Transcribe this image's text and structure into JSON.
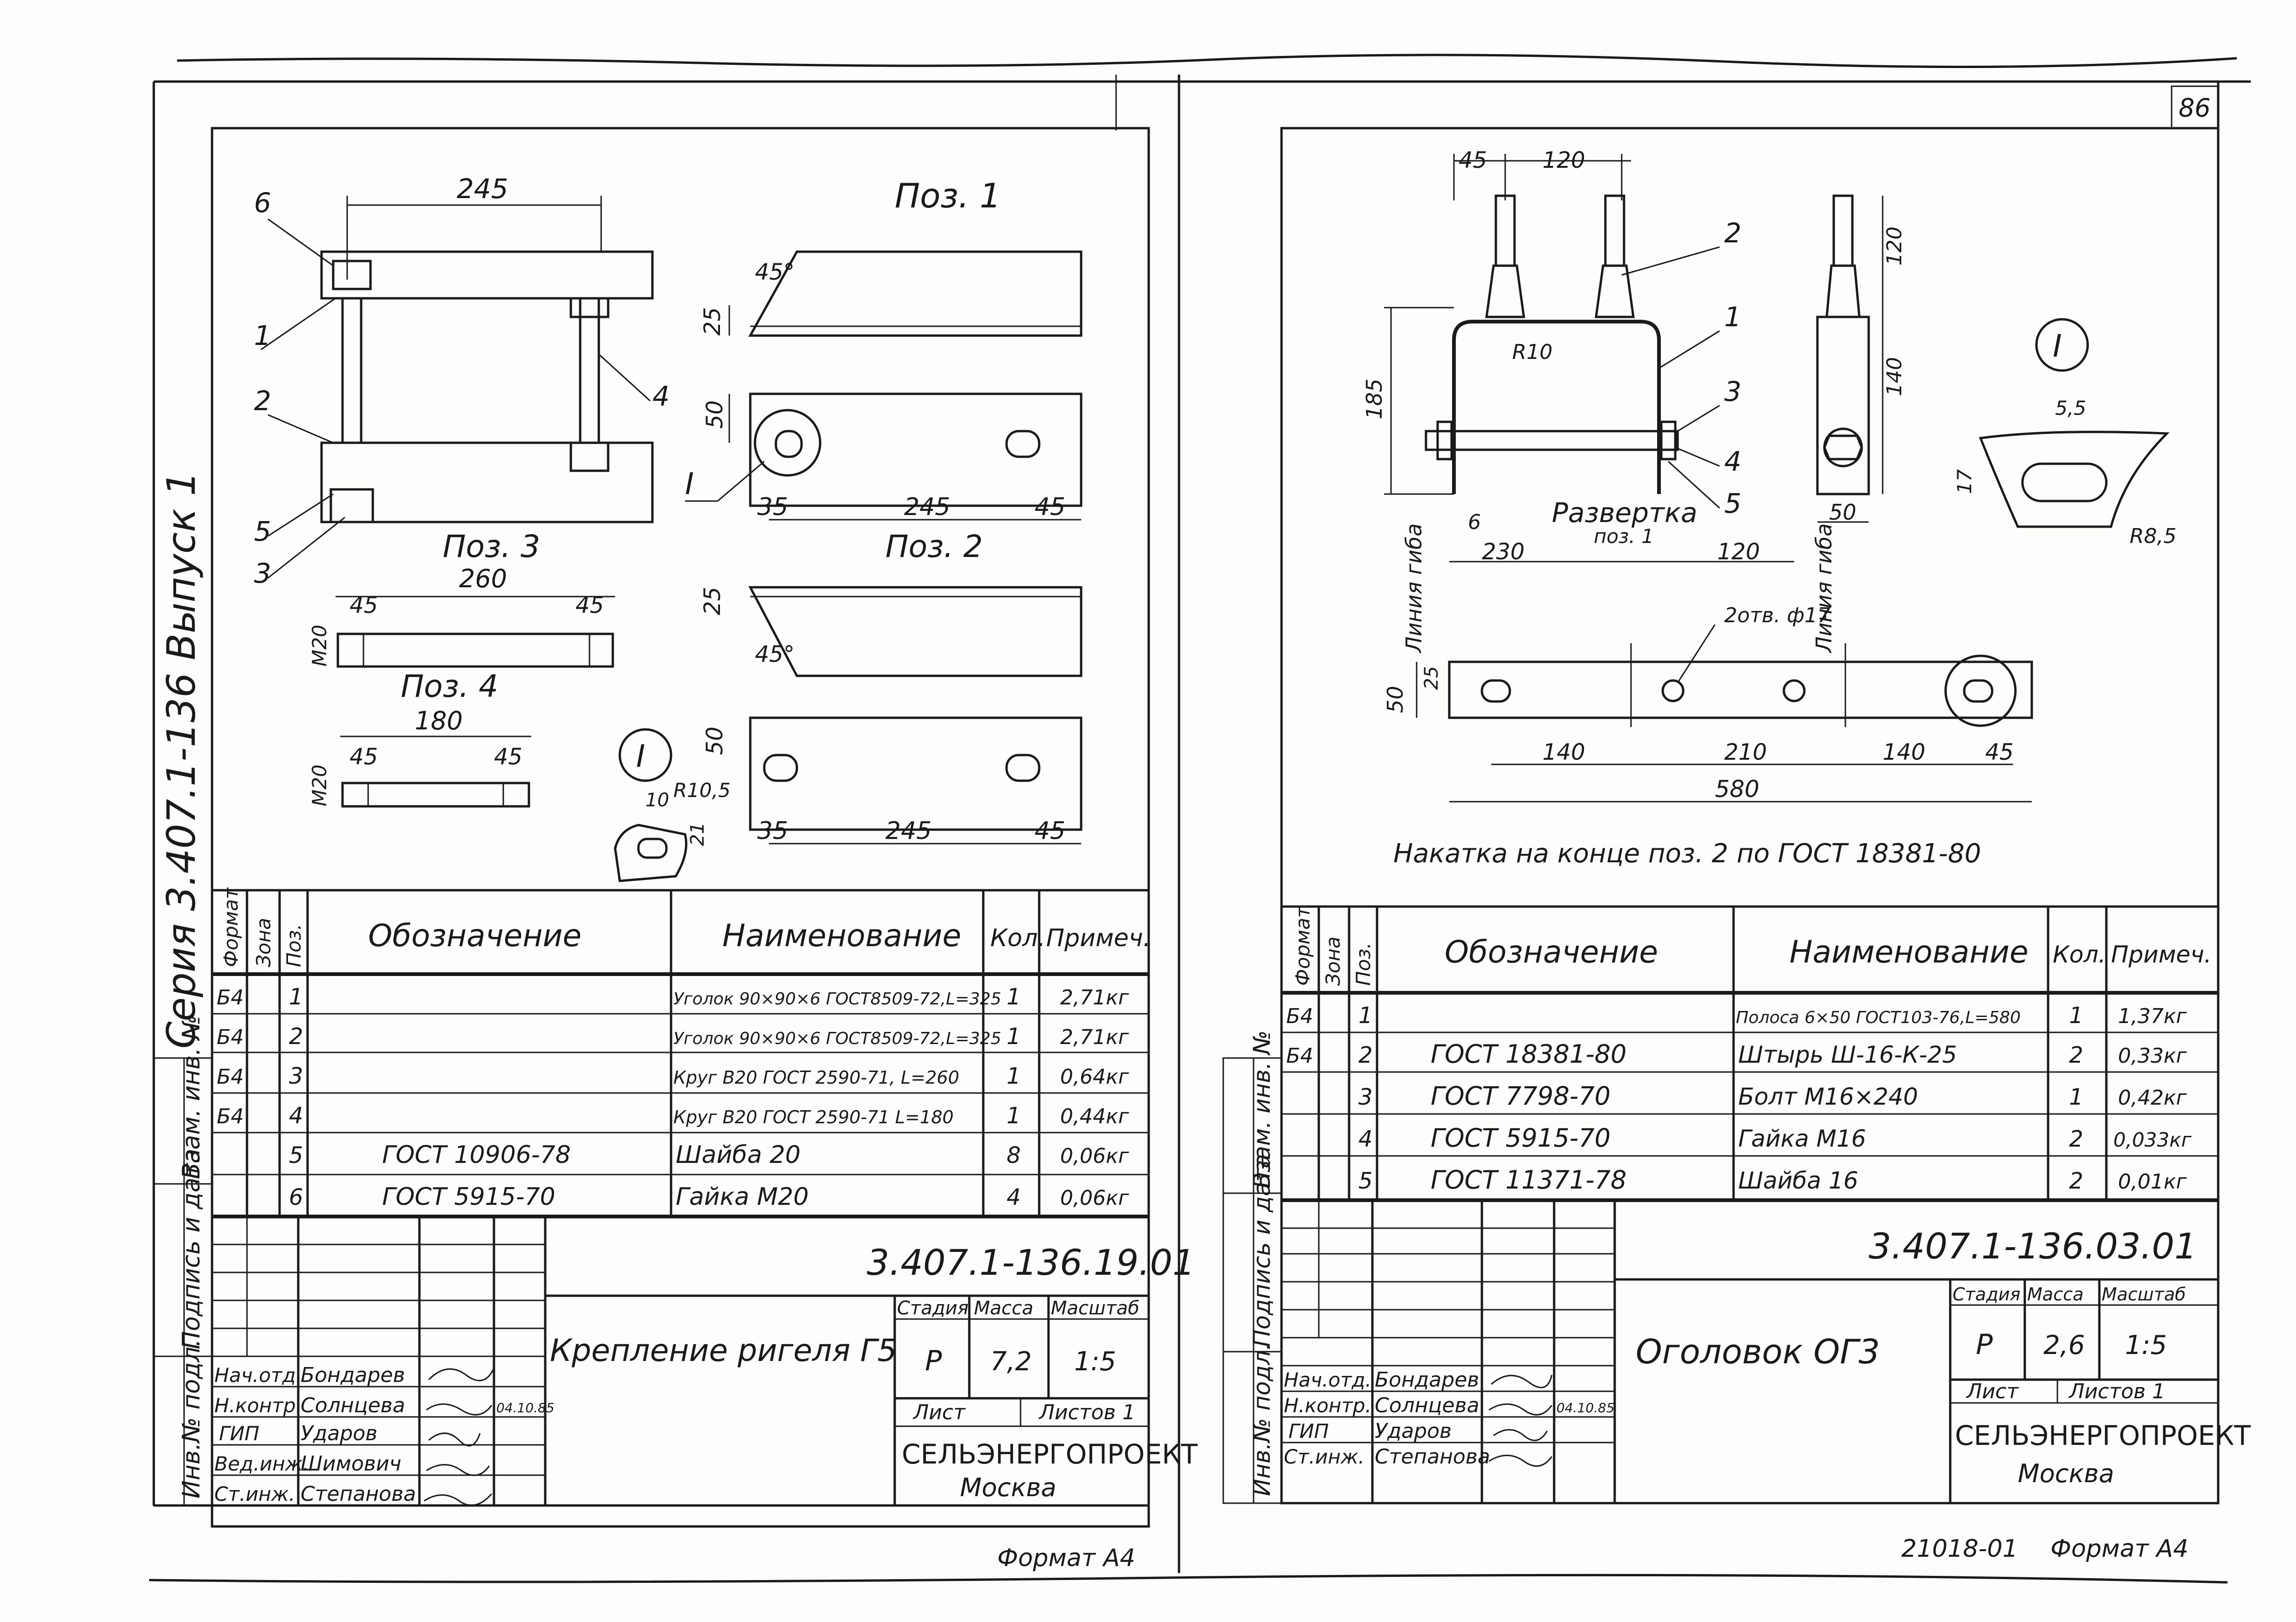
{
  "sheet_number": "86",
  "series_label": "Серия 3.407.1-136 Выпуск 1",
  "side_stamp_left": [
    "Инв.№ подл.",
    "Подпись и дата",
    "Взам. инв. №"
  ],
  "side_stamp_right": [
    "Инв.№ подл.",
    "Подпись и дата",
    "Взам. инв. №"
  ],
  "left_sheet": {
    "views": {
      "poz1_title": "Поз. 1",
      "poz2_title": "Поз. 2",
      "poz3_title": "Поз. 3",
      "poz4_title": "Поз. 4",
      "detail_mark": "I",
      "callouts": [
        "6",
        "1",
        "2",
        "5",
        "3",
        "4",
        "I"
      ],
      "dims": {
        "top_245": "245",
        "ang45a": "45°",
        "ang45b": "45°",
        "d25a": "25",
        "d25b": "25",
        "d50a": "50",
        "d50b": "50",
        "d35a": "35",
        "d245a": "245",
        "d45a": "45",
        "d35b": "35",
        "d245b": "245",
        "d45b": "45",
        "d260": "260",
        "d45c": "45",
        "d45d": "45",
        "d180": "180",
        "d45e": "45",
        "d45f": "45",
        "m20a": "М20",
        "m20b": "М20",
        "r105": "R10,5",
        "d10": "10",
        "d21": "21"
      }
    },
    "spec": {
      "headers": [
        "Формат",
        "Зона",
        "Поз.",
        "Обозначение",
        "Наименование",
        "Кол.",
        "Примеч."
      ],
      "rows": [
        {
          "fmt": "Б4",
          "zone": "",
          "pos": "1",
          "des": "",
          "name": "Уголок 90×90×6 ГОСТ8509-72,L=325",
          "qty": "1",
          "note": "2,71кг"
        },
        {
          "fmt": "Б4",
          "zone": "",
          "pos": "2",
          "des": "",
          "name": "Уголок 90×90×6 ГОСТ8509-72,L=325",
          "qty": "1",
          "note": "2,71кг"
        },
        {
          "fmt": "Б4",
          "zone": "",
          "pos": "3",
          "des": "",
          "name": "Круг В20 ГОСТ 2590-71, L=260",
          "qty": "1",
          "note": "0,64кг"
        },
        {
          "fmt": "Б4",
          "zone": "",
          "pos": "4",
          "des": "",
          "name": "Круг В20 ГОСТ 2590-71 L=180",
          "qty": "1",
          "note": "0,44кг"
        },
        {
          "fmt": "",
          "zone": "",
          "pos": "5",
          "des": "ГОСТ 10906-78",
          "name": "Шайба 20",
          "qty": "8",
          "note": "0,06кг"
        },
        {
          "fmt": "",
          "zone": "",
          "pos": "6",
          "des": "ГОСТ 5915-70",
          "name": "Гайка М20",
          "qty": "4",
          "note": "0,06кг"
        }
      ]
    },
    "title_block": {
      "doc_code": "3.407.1-136.19.01",
      "title": "Крепление ригеля Г5",
      "stage_label": "Стадия",
      "mass_label": "Масса",
      "scale_label": "Масштаб",
      "stage": "Р",
      "mass": "7,2",
      "scale": "1:5",
      "sheet_label": "Лист",
      "sheets_label": "Листов 1",
      "org": "СЕЛЬЭНЕРГОПРОЕКТ",
      "city": "Москва",
      "date": "04.10.85",
      "staff": [
        {
          "role": "Нач.отд.",
          "name": "Бондарев"
        },
        {
          "role": "Н.контр.",
          "name": "Солнцева"
        },
        {
          "role": "ГИП",
          "name": "Ударов"
        },
        {
          "role": "Вед.инж.",
          "name": "Шимович"
        },
        {
          "role": "Ст.инж.",
          "name": "Степанова"
        }
      ]
    },
    "format": "Формат А4"
  },
  "right_sheet": {
    "views": {
      "razvertka": "Развертка",
      "razvertka_sub": "поз. 1",
      "detail_mark": "I",
      "callouts": [
        "2",
        "1",
        "3",
        "4",
        "5"
      ],
      "line_bend_a": "Линия гиба",
      "line_bend_b": "Линия гиба",
      "holes_note": "2отв. ф17",
      "note": "Накатка на конце поз. 2 по ГОСТ 18381-80",
      "dims": {
        "d45": "45",
        "d120a": "120",
        "r10": "R10",
        "d185": "185",
        "d6": "6",
        "d120b": "120",
        "d140a": "140",
        "d50a": "50",
        "d55": "5,5",
        "d17": "17",
        "r85": "R8,5",
        "d230": "230",
        "d120c": "120",
        "d50b": "50",
        "d25": "25",
        "d140b": "140",
        "d210": "210",
        "d140c": "140",
        "d45b": "45",
        "d580": "580"
      }
    },
    "spec": {
      "headers": [
        "Формат",
        "Зона",
        "Поз.",
        "Обозначение",
        "Наименование",
        "Кол.",
        "Примеч."
      ],
      "rows": [
        {
          "fmt": "Б4",
          "zone": "",
          "pos": "1",
          "des": "",
          "name": "Полоса 6×50 ГОСТ103-76,L=580",
          "qty": "1",
          "note": "1,37кг"
        },
        {
          "fmt": "Б4",
          "zone": "",
          "pos": "2",
          "des": "ГОСТ 18381-80",
          "name": "Штырь Ш-16-К-25",
          "qty": "2",
          "note": "0,33кг"
        },
        {
          "fmt": "",
          "zone": "",
          "pos": "3",
          "des": "ГОСТ 7798-70",
          "name": "Болт М16×240",
          "qty": "1",
          "note": "0,42кг"
        },
        {
          "fmt": "",
          "zone": "",
          "pos": "4",
          "des": "ГОСТ 5915-70",
          "name": "Гайка М16",
          "qty": "2",
          "note": "0,033кг"
        },
        {
          "fmt": "",
          "zone": "",
          "pos": "5",
          "des": "ГОСТ 11371-78",
          "name": "Шайба 16",
          "qty": "2",
          "note": "0,01кг"
        }
      ]
    },
    "title_block": {
      "doc_code": "3.407.1-136.03.01",
      "title": "Оголовок ОГ3",
      "stage_label": "Стадия",
      "mass_label": "Масса",
      "scale_label": "Масштаб",
      "stage": "Р",
      "mass": "2,6",
      "scale": "1:5",
      "sheet_label": "Лист",
      "sheets_label": "Листов 1",
      "org": "СЕЛЬЭНЕРГОПРОЕКТ",
      "city": "Москва",
      "date": "04.10.85",
      "staff": [
        {
          "role": "Нач.отд.",
          "name": "Бондарев"
        },
        {
          "role": "Н.контр.",
          "name": "Солнцева"
        },
        {
          "role": "ГИП",
          "name": "Ударов"
        },
        {
          "role": "Ст.инж.",
          "name": "Степанова"
        }
      ]
    },
    "order_number": "21018-01",
    "format": "Формат А4"
  }
}
